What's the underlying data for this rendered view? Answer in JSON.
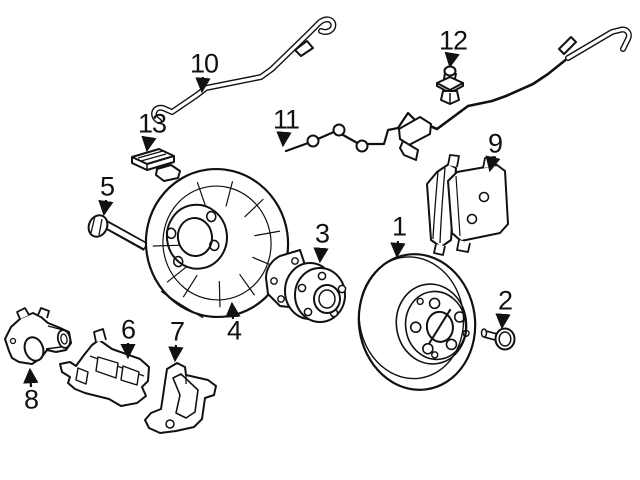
{
  "diagram": {
    "background_color": "#ffffff",
    "line_color": "#000000",
    "callouts": [
      {
        "number": "1",
        "part": "disc-rotor"
      },
      {
        "number": "2",
        "part": "rotor-set-screw"
      },
      {
        "number": "3",
        "part": "hub-bearing-assembly"
      },
      {
        "number": "4",
        "part": "splash-shield"
      },
      {
        "number": "5",
        "part": "shield-bolt"
      },
      {
        "number": "6",
        "part": "brake-caliper"
      },
      {
        "number": "7",
        "part": "caliper-bracket"
      },
      {
        "number": "8",
        "part": "parking-brake-actuator"
      },
      {
        "number": "9",
        "part": "brake-pad-set"
      },
      {
        "number": "10",
        "part": "brake-hose"
      },
      {
        "number": "11",
        "part": "abs-sensor-wire"
      },
      {
        "number": "12",
        "part": "harness-clip"
      },
      {
        "number": "13",
        "part": "harness-bracket"
      }
    ]
  }
}
